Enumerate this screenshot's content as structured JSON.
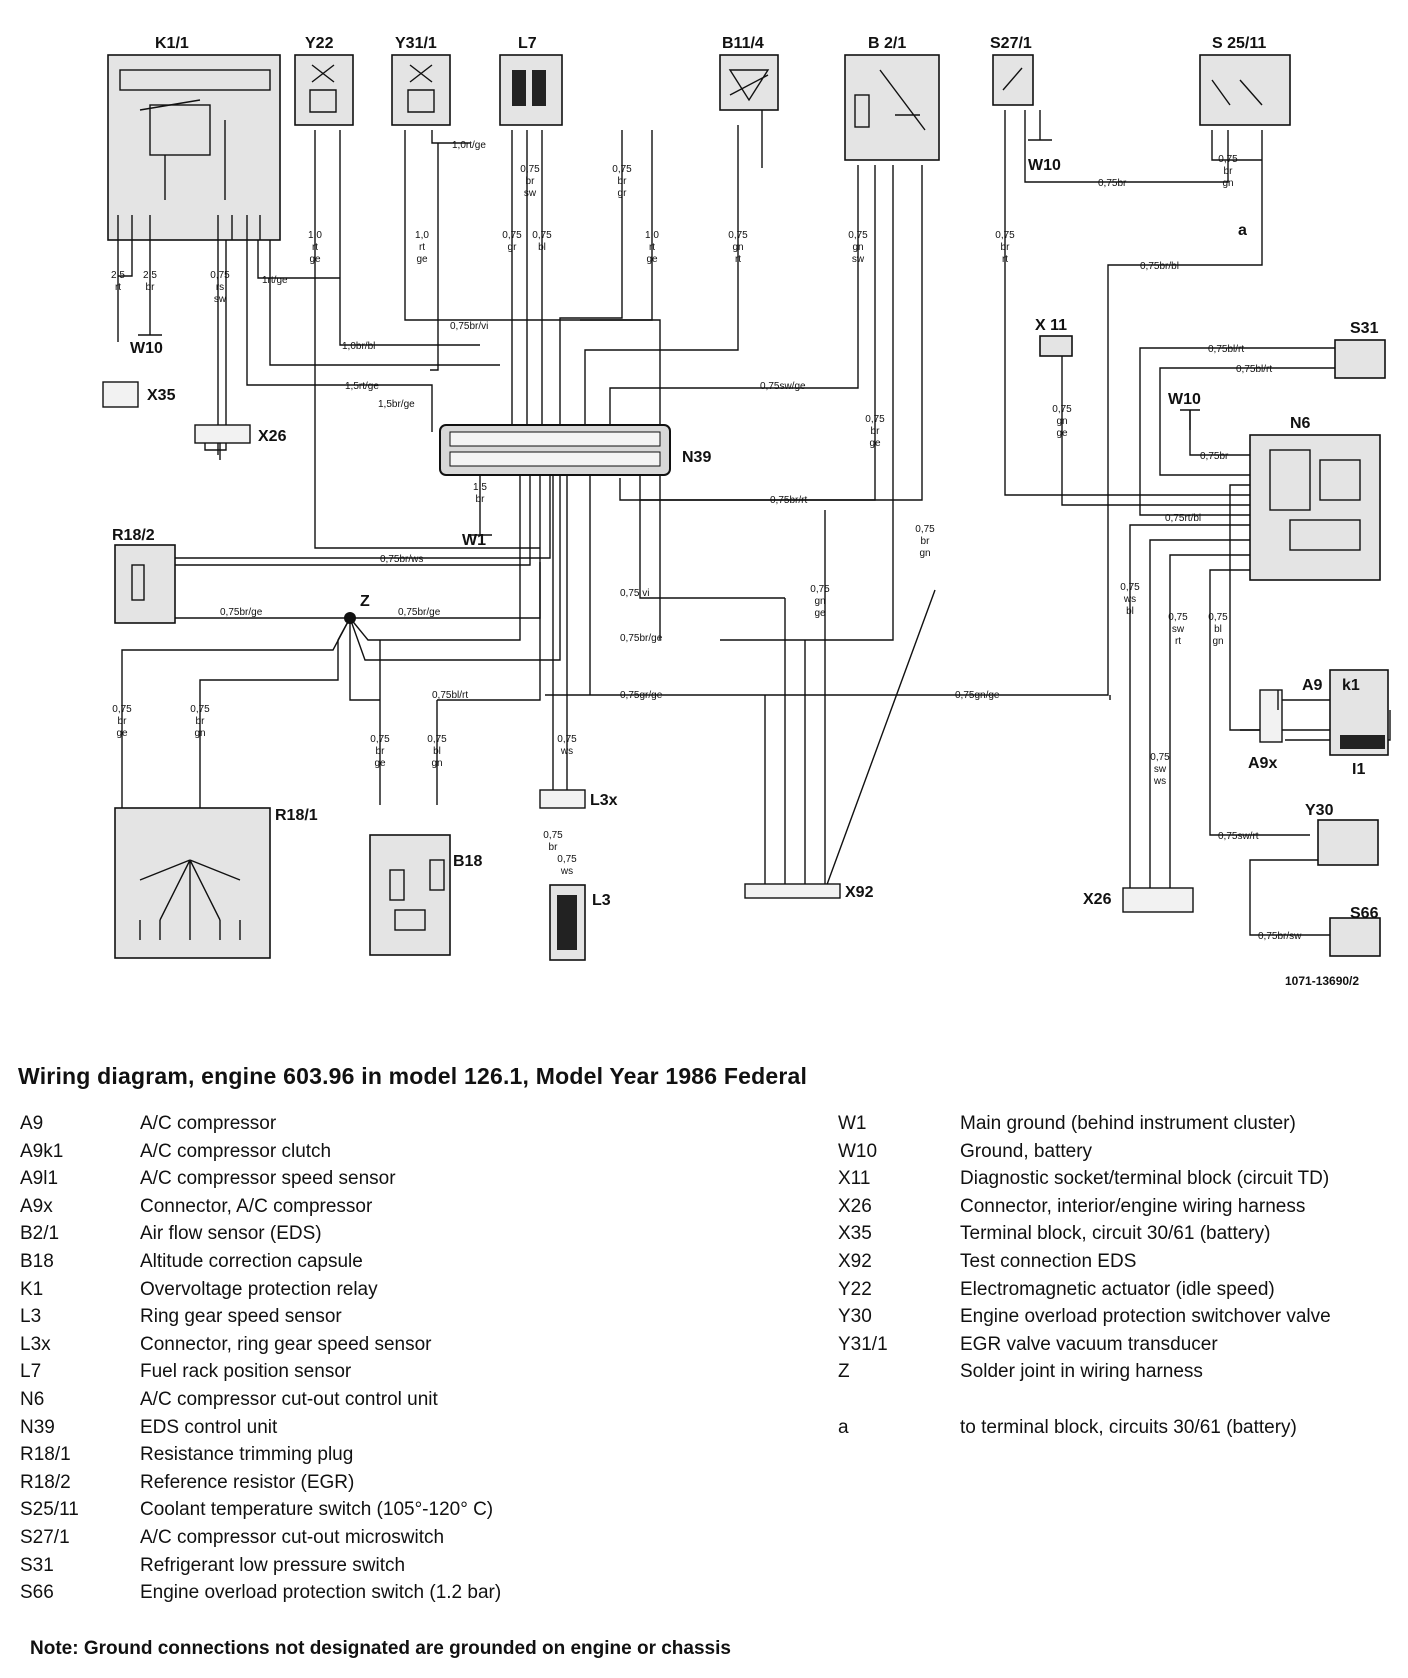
{
  "diagram": {
    "components": {
      "K1_1": "K1/1",
      "Y22": "Y22",
      "Y31_1": "Y31/1",
      "L7": "L7",
      "B11_4": "B11/4",
      "B2_1": "B 2/1",
      "S27_1": "S27/1",
      "S25_11": "S 25/11",
      "W10_a": "W10",
      "W10_b": "W10",
      "W10_c": "W10",
      "X35": "X35",
      "X26_a": "X26",
      "X11": "X 11",
      "S31": "S31",
      "N6": "N6",
      "N39": "N39",
      "W1": "W1",
      "R18_2": "R18/2",
      "Z": "Z",
      "A9": "A9",
      "k1": "k1",
      "A9x": "A9x",
      "I1": "I1",
      "L3x": "L3x",
      "L3": "L3",
      "R18_1": "R18/1",
      "B18": "B18",
      "X92": "X92",
      "X26_b": "X26",
      "Y30": "Y30",
      "S66": "S66",
      "a": "a"
    },
    "wires": {
      "w1": "1,0rt/ge",
      "w2": "1rt/ge",
      "w3": "0,75br/vi",
      "w4": "1,0br/bl",
      "w5": "1,5rt/ge",
      "w6": "1,5br/ge",
      "w7": "0,75sw/ge",
      "w8": "0,75br/rt",
      "w9": "0,75br/ws",
      "w10": "0,75br/ge",
      "w11": "0,75br/ge",
      "w12": "0,75 vi",
      "w13": "0,75br/ge",
      "w14": "0,75bl/rt",
      "w15": "0,75gr/ge",
      "w16": "0,75gn/ge",
      "w17": "0,75br",
      "w18": "0,75br/bl",
      "w19": "0,75bl/rt",
      "w20": "0,75bl/rt",
      "w21": "0,75br",
      "w22": "0,75rt/bl",
      "w23": "0,75sw/rt",
      "w24": "0,75br/sw"
    },
    "wire_stacks": {
      "s1": [
        "2,5",
        "rt"
      ],
      "s2": [
        "2,5",
        "br"
      ],
      "s3": [
        "0,75",
        "rs",
        "sw"
      ],
      "s4": [
        "1,0",
        "rt",
        "ge"
      ],
      "s5": [
        "1,0",
        "rt",
        "ge"
      ],
      "s6": [
        "0,75",
        "br",
        "sw"
      ],
      "s7": [
        "0,75",
        "gr"
      ],
      "s8": [
        "0,75",
        "bl"
      ],
      "s9": [
        "0,75",
        "br",
        "gr"
      ],
      "s10": [
        "1,0",
        "rt",
        "ge"
      ],
      "s11": [
        "0,75",
        "gn",
        "rt"
      ],
      "s12": [
        "0,75",
        "gn",
        "sw"
      ],
      "s13": [
        "0,75",
        "br",
        "rt"
      ],
      "s14": [
        "0,75",
        "br",
        "gn"
      ],
      "s15": [
        "0,75",
        "br",
        "ge"
      ],
      "s16": [
        "0,75",
        "gn",
        "ge"
      ],
      "s17": [
        "1,5",
        "br"
      ],
      "s18": [
        "0,75",
        "gn",
        "ge"
      ],
      "s19": [
        "0,75",
        "br",
        "ge"
      ],
      "s20": [
        "0,75",
        "br",
        "gn"
      ],
      "s21": [
        "0,75",
        "br",
        "ge"
      ],
      "s22": [
        "0,75",
        "bl",
        "gn"
      ],
      "s23": [
        "0,75",
        "ws"
      ],
      "s24": [
        "0,75",
        "br"
      ],
      "s25": [
        "0,75",
        "ws"
      ],
      "s26": [
        "0,75",
        "ws",
        "bl"
      ],
      "s27": [
        "0,75",
        "sw",
        "rt"
      ],
      "s28": [
        "0,75",
        "bl",
        "gn"
      ],
      "s29": [
        "0,75",
        "sw",
        "ws"
      ],
      "s30": [
        "0,75",
        "br",
        "gn"
      ]
    },
    "figure_ref": "1071-13690/2"
  },
  "title": "Wiring diagram, engine 603.96 in model 126.1, Model Year 1986 Federal",
  "legend_left": [
    {
      "code": "A9",
      "desc": "A/C compressor"
    },
    {
      "code": "A9k1",
      "desc": "A/C compressor clutch"
    },
    {
      "code": "A9l1",
      "desc": "A/C compressor speed sensor"
    },
    {
      "code": "A9x",
      "desc": "Connector, A/C compressor"
    },
    {
      "code": "B2/1",
      "desc": "Air flow sensor (EDS)"
    },
    {
      "code": "B18",
      "desc": "Altitude correction capsule"
    },
    {
      "code": "K1",
      "desc": "Overvoltage protection relay"
    },
    {
      "code": "L3",
      "desc": "Ring gear speed sensor"
    },
    {
      "code": "L3x",
      "desc": "Connector, ring gear speed sensor"
    },
    {
      "code": "L7",
      "desc": "Fuel rack position sensor"
    },
    {
      "code": "N6",
      "desc": "A/C compressor cut-out control unit"
    },
    {
      "code": "N39",
      "desc": "EDS control unit"
    },
    {
      "code": "R18/1",
      "desc": "Resistance trimming plug"
    },
    {
      "code": "R18/2",
      "desc": "Reference resistor (EGR)"
    },
    {
      "code": "S25/11",
      "desc": "Coolant temperature switch (105°-120° C)"
    },
    {
      "code": "S27/1",
      "desc": "A/C compressor cut-out microswitch"
    },
    {
      "code": "S31",
      "desc": "Refrigerant low pressure switch"
    },
    {
      "code": "S66",
      "desc": "Engine overload protection switch (1.2 bar)"
    }
  ],
  "legend_right": [
    {
      "code": "W1",
      "desc": "Main ground (behind instrument cluster)"
    },
    {
      "code": "W10",
      "desc": "Ground, battery"
    },
    {
      "code": "X11",
      "desc": "Diagnostic socket/terminal block (circuit TD)"
    },
    {
      "code": "X26",
      "desc": "Connector, interior/engine wiring harness"
    },
    {
      "code": "X35",
      "desc": "Terminal block, circuit 30/61 (battery)"
    },
    {
      "code": "X92",
      "desc": "Test connection EDS"
    },
    {
      "code": "Y22",
      "desc": "Electromagnetic actuator (idle speed)"
    },
    {
      "code": "Y30",
      "desc": "Engine overload protection switchover valve"
    },
    {
      "code": "Y31/1",
      "desc": "EGR valve vacuum transducer"
    },
    {
      "code": "Z",
      "desc": "Solder joint in wiring harness"
    },
    {
      "code": "a",
      "desc": "to terminal block, circuits 30/61 (battery)",
      "gap": true
    }
  ],
  "note": "Note:  Ground connections not designated are grounded on engine or chassis"
}
